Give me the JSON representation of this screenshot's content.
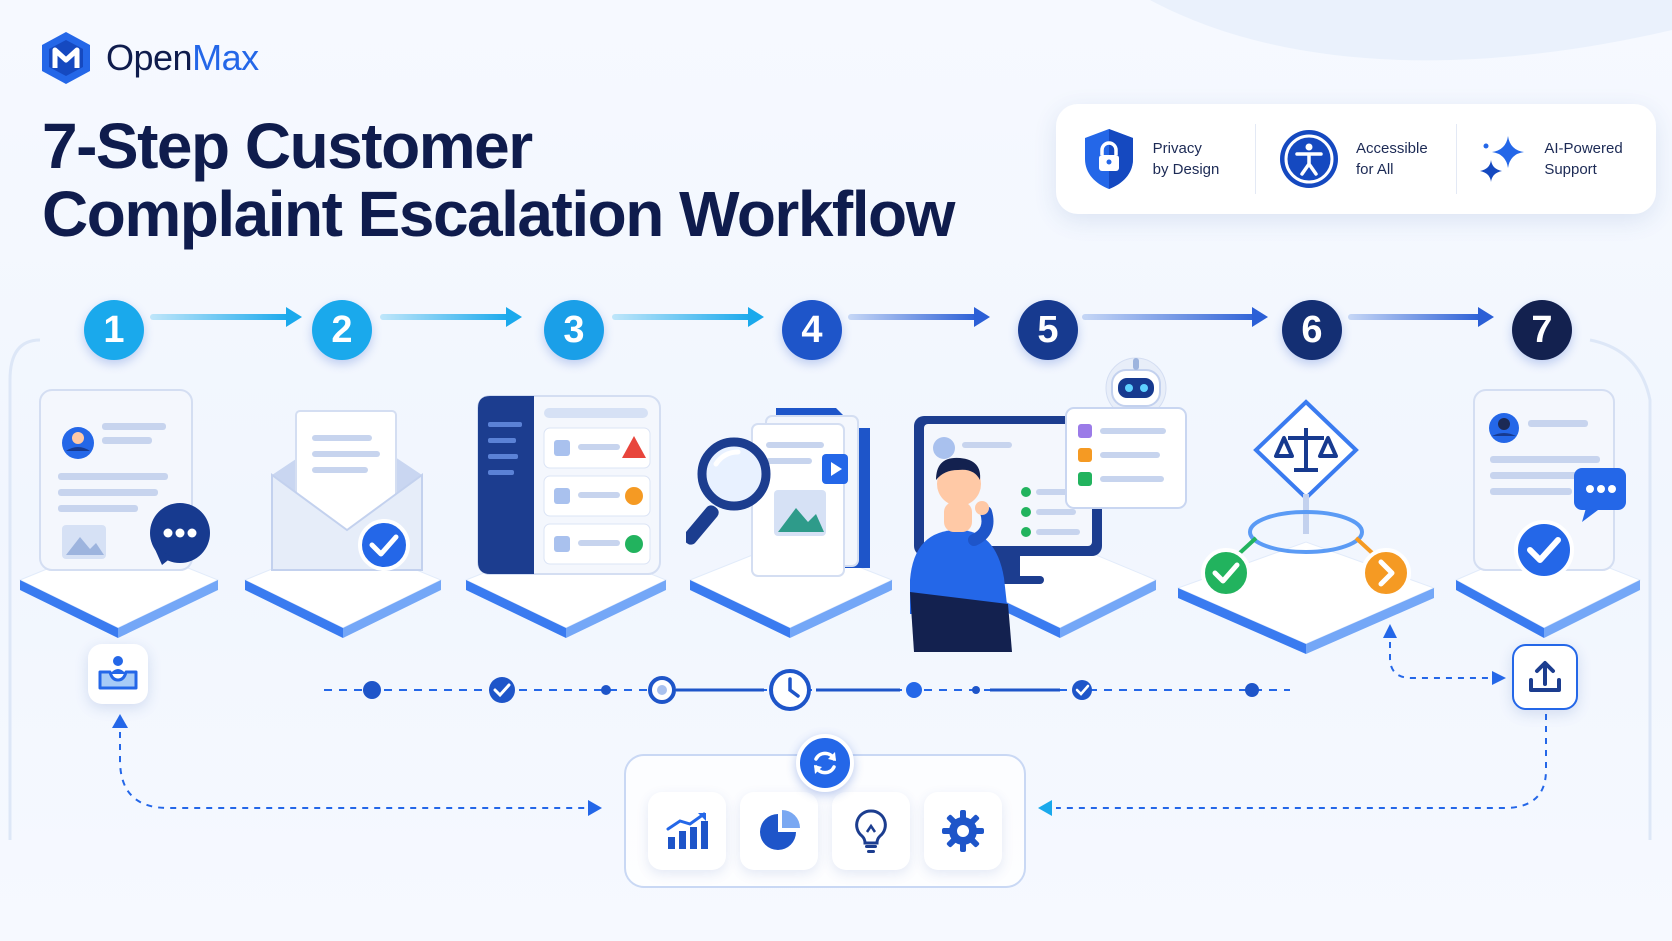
{
  "brand": {
    "name_part1": "Open",
    "name_part2": "Max"
  },
  "title": {
    "line1": "7-Step Customer",
    "line2": "Complaint Escalation Workflow"
  },
  "badges": [
    {
      "icon": "lock-shield-icon",
      "line1": "Privacy",
      "line2": "by Design"
    },
    {
      "icon": "accessibility-icon",
      "line1": "Accessible",
      "line2": "for All"
    },
    {
      "icon": "sparkle-icon",
      "line1": "AI-Powered",
      "line2": "Support"
    }
  ],
  "steps": [
    {
      "number": "1",
      "color": "#1aa9ec",
      "icon": "complaint-form-icon"
    },
    {
      "number": "2",
      "color": "#1aa9ec",
      "icon": "envelope-check-icon"
    },
    {
      "number": "3",
      "color": "#1a9fe8",
      "icon": "priority-dashboard-icon"
    },
    {
      "number": "4",
      "color": "#1e55c9",
      "icon": "magnifier-documents-icon"
    },
    {
      "number": "5",
      "color": "#173a8f",
      "icon": "agent-computer-icon"
    },
    {
      "number": "6",
      "color": "#142f73",
      "icon": "scale-decision-icon"
    },
    {
      "number": "7",
      "color": "#13214f",
      "icon": "resolved-document-icon"
    }
  ],
  "hub_tools": [
    "analytics-chart-icon",
    "pie-chart-icon",
    "lightbulb-icon",
    "gear-icon"
  ],
  "colors": {
    "accent": "#2467e8",
    "navy": "#0f1c4d",
    "green": "#22b35e",
    "orange": "#f59a23",
    "red": "#e8453c"
  }
}
